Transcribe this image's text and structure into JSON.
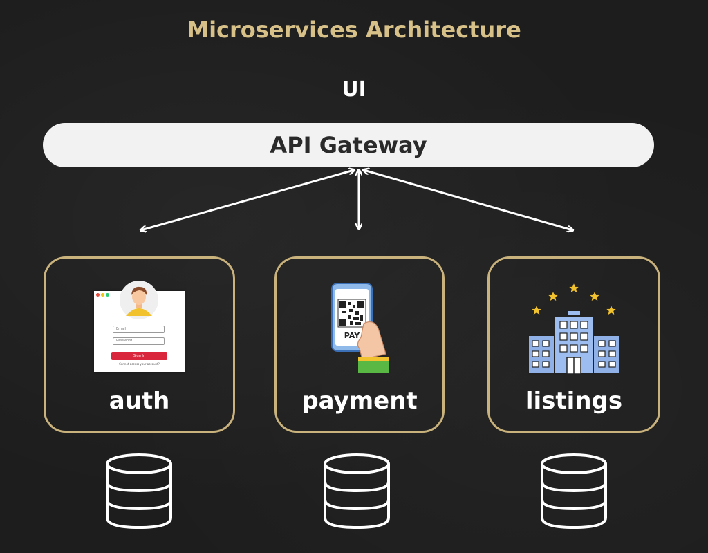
{
  "title": "Microservices Architecture",
  "ui_label": "UI",
  "gateway_label": "API Gateway",
  "services": [
    {
      "label": "auth",
      "icon": "login-form-icon"
    },
    {
      "label": "payment",
      "icon": "qr-payment-icon"
    },
    {
      "label": "listings",
      "icon": "hotel-building-icon"
    }
  ],
  "login_illustration": {
    "email_placeholder": "Email",
    "password_placeholder": "Password",
    "button": "Sign In",
    "help_text": "Cannot access your account?"
  },
  "payment_illustration": {
    "qr_text": "PAY"
  },
  "colors": {
    "title": "#d8c089",
    "card_border": "#c9b27c",
    "gateway_bg": "#f2f2f2",
    "background": "#1d1d1d"
  }
}
